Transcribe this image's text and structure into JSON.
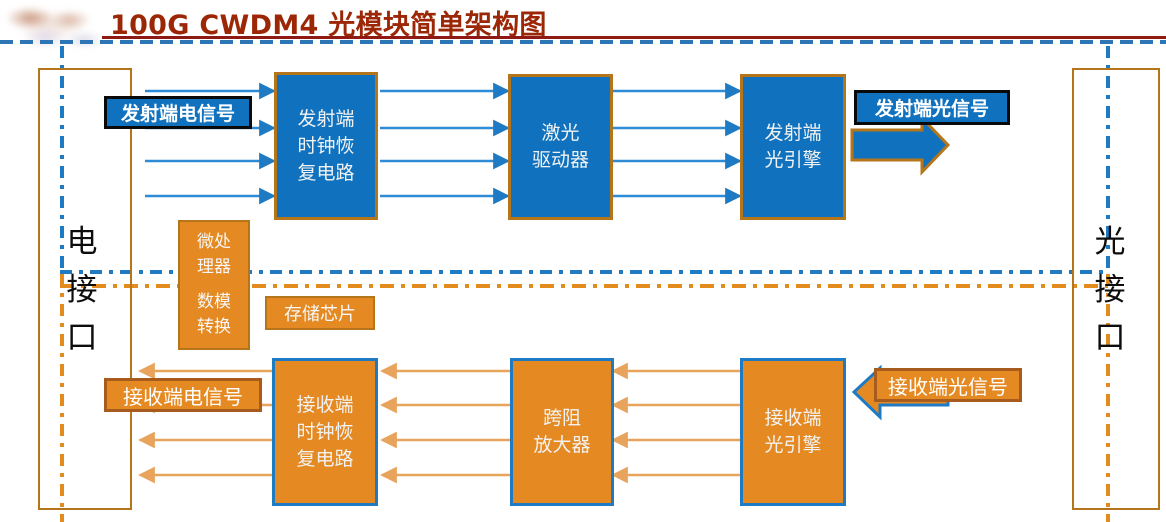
{
  "header": {
    "title": "100G CWDM4 光模块简单架构图",
    "title_color": "#9C2706",
    "rule_color": "#8F1A14",
    "dash_color": "#2E75B6",
    "logo": "blurred-logo"
  },
  "palette": {
    "blue_fill": "#1072BE",
    "orange_fill": "#E58A22",
    "orange_border": "#B5761B",
    "blue_border": "#1F7AC4",
    "black_border": "#0A0A0A",
    "rx_callout_border": "#A75B1C",
    "interface_border": "#B5761B",
    "wire_blue": "#2E8BD6",
    "wire_orange": "#E8A45C",
    "interface_text": "#0D0D0D"
  },
  "interfaces": {
    "left": {
      "name": "electrical-interface",
      "label": "电接口",
      "chars": [
        "电",
        "接",
        "口"
      ]
    },
    "right": {
      "name": "optical-interface",
      "label": "光接口",
      "chars": [
        "光",
        "接",
        "口"
      ]
    }
  },
  "transmit_path": {
    "callout_electrical": "发射端电信号",
    "callout_optical": "发射端光信号",
    "blocks": [
      {
        "name": "tx-cdr",
        "lines": [
          "发射端",
          "时钟恢",
          "复电路"
        ]
      },
      {
        "name": "laser-driver",
        "lines": [
          "激光",
          "驱动器"
        ]
      },
      {
        "name": "tx-optical-engine",
        "lines": [
          "发射端",
          "光引擎"
        ]
      }
    ],
    "lane_count": 4
  },
  "receive_path": {
    "callout_electrical": "接收端电信号",
    "callout_optical": "接收端光信号",
    "blocks": [
      {
        "name": "rx-cdr",
        "lines": [
          "接收端",
          "时钟恢",
          "复电路"
        ]
      },
      {
        "name": "tia",
        "lines": [
          "跨阻",
          "放大器"
        ]
      },
      {
        "name": "rx-optical-engine",
        "lines": [
          "接收端",
          "光引擎"
        ]
      }
    ],
    "lane_count": 4
  },
  "control_blocks": {
    "microprocessor": {
      "name": "microprocessor",
      "top_lines": [
        "微处",
        "理器"
      ],
      "bottom_lines": [
        "数模",
        "转换"
      ]
    },
    "memory": {
      "name": "memory-chip",
      "label": "存储芯片"
    }
  },
  "separators": {
    "blue_dashdot": "blue-dash-dot-divider",
    "orange_dashdot": "orange-dash-dot-divider"
  }
}
